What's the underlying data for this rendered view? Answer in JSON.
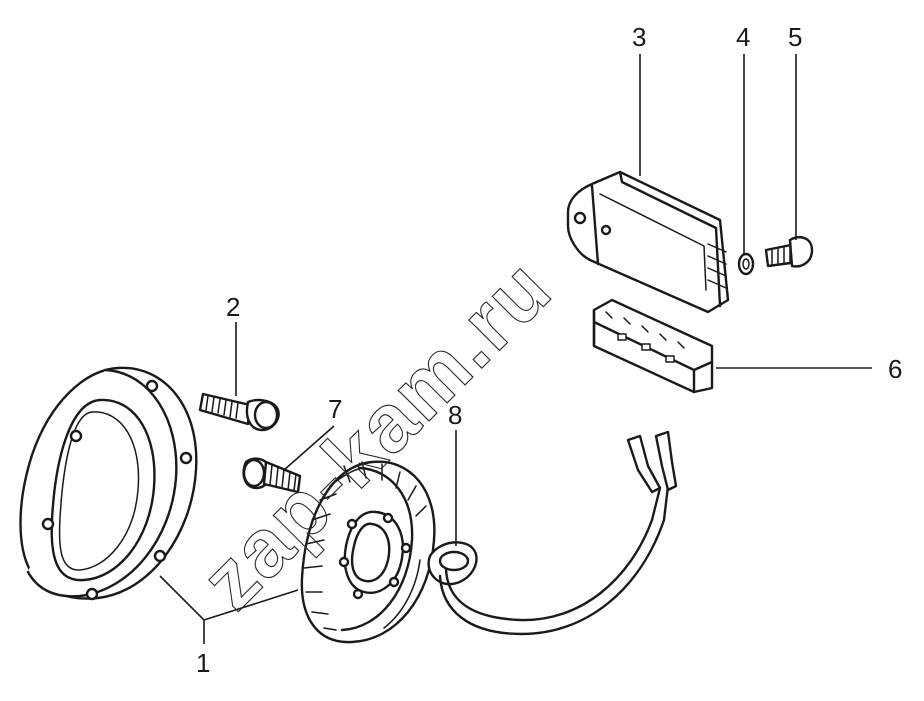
{
  "figure": {
    "watermark": "zap-kam.ru",
    "callouts": [
      {
        "id": "1",
        "label": "1"
      },
      {
        "id": "2",
        "label": "2"
      },
      {
        "id": "3",
        "label": "3"
      },
      {
        "id": "4",
        "label": "4"
      },
      {
        "id": "5",
        "label": "5"
      },
      {
        "id": "6",
        "label": "6"
      },
      {
        "id": "7",
        "label": "7"
      },
      {
        "id": "8",
        "label": "8"
      }
    ],
    "colors": {
      "ink": "#1a1a1a",
      "paper": "#ffffff"
    }
  }
}
